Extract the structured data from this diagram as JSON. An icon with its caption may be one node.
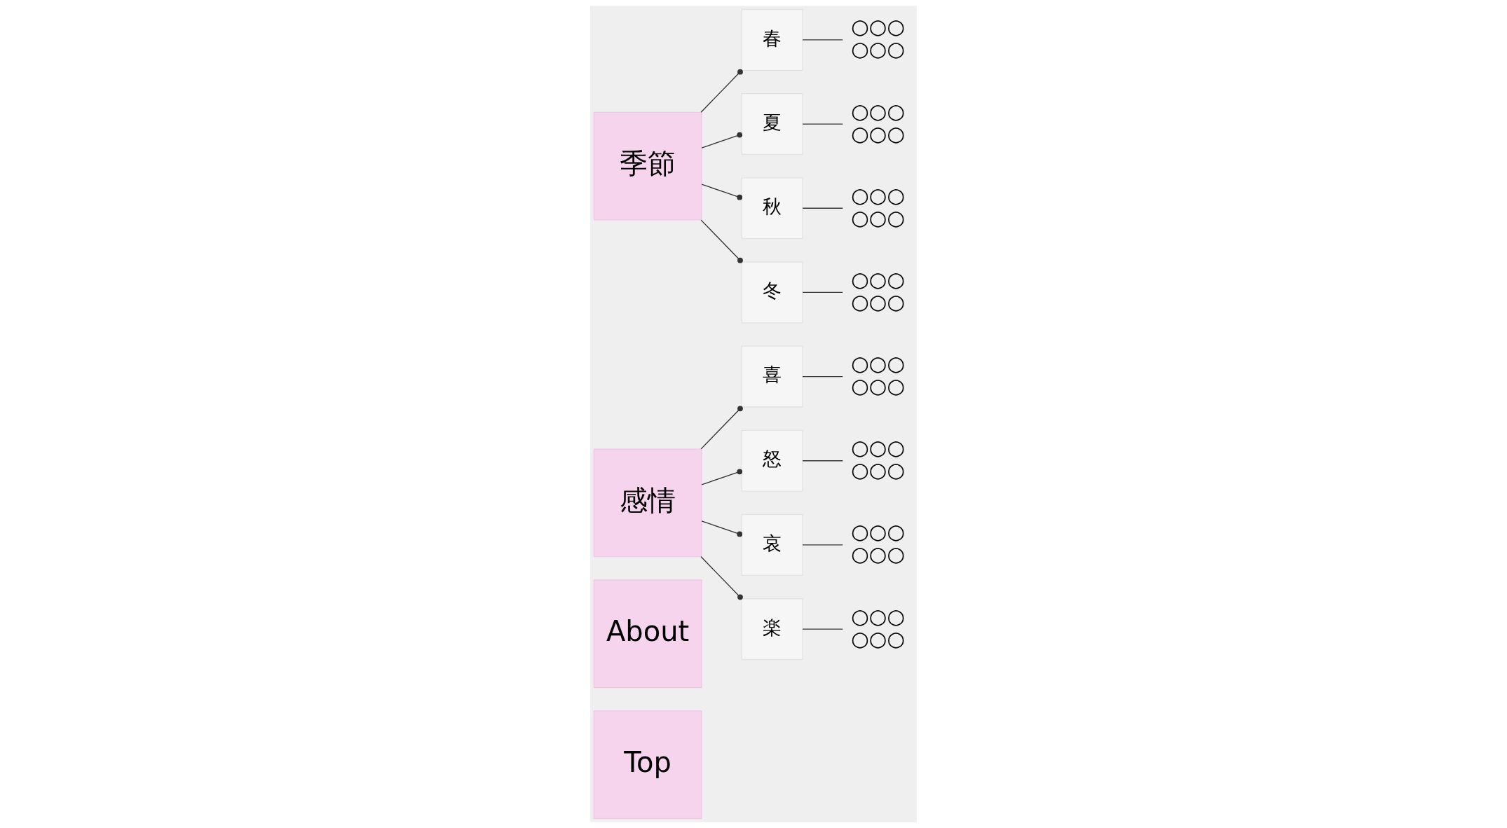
{
  "diagram": {
    "nodes": [
      {
        "text": [
          "Top"
        ]
      },
      {
        "text": [
          "About"
        ]
      },
      {
        "text": [
          "感情"
        ]
      },
      {
        "text": [
          "喜"
        ]
      },
      {
        "text": [
          "○○○",
          "○○○"
        ]
      },
      {
        "text": [
          "怒"
        ]
      },
      {
        "text": [
          "○○○",
          "○○○"
        ]
      },
      {
        "text": [
          "哀"
        ]
      },
      {
        "text": [
          "○○○",
          "○○○"
        ]
      },
      {
        "text": [
          "楽"
        ]
      },
      {
        "text": [
          "○○○",
          "○○○"
        ]
      },
      {
        "text": [
          "季節"
        ]
      },
      {
        "text": [
          "春"
        ]
      },
      {
        "text": [
          "○○○",
          "○○○"
        ]
      },
      {
        "text": [
          "夏"
        ]
      },
      {
        "text": [
          "○○○",
          "○○○"
        ]
      },
      {
        "text": [
          "秋"
        ]
      },
      {
        "text": [
          "○○○",
          "○○○"
        ]
      },
      {
        "text": [
          "冬"
        ]
      },
      {
        "text": [
          "○○○",
          "○○○"
        ]
      }
    ],
    "edges": [
      {
        "from": 2,
        "to": 3,
        "arrow": "other"
      },
      {
        "from": 2,
        "to": 5,
        "arrow": "other"
      },
      {
        "from": 2,
        "to": 7,
        "arrow": "other"
      },
      {
        "from": 2,
        "to": 9,
        "arrow": "other"
      },
      {
        "from": 3,
        "to": 4,
        "arrow": "none"
      },
      {
        "from": 5,
        "to": 6,
        "arrow": "none"
      },
      {
        "from": 7,
        "to": 8,
        "arrow": "none"
      },
      {
        "from": 9,
        "to": 10,
        "arrow": "none"
      },
      {
        "from": 11,
        "to": 12,
        "arrow": "other"
      },
      {
        "from": 11,
        "to": 14,
        "arrow": "other"
      },
      {
        "from": 11,
        "to": 16,
        "arrow": "other"
      },
      {
        "from": 11,
        "to": 18,
        "arrow": "other"
      },
      {
        "from": 12,
        "to": 13,
        "arrow": "none"
      },
      {
        "from": 14,
        "to": 15,
        "arrow": "none"
      },
      {
        "from": 16,
        "to": 17,
        "arrow": "none"
      },
      {
        "from": 18,
        "to": 19,
        "arrow": "none"
      }
    ]
  }
}
